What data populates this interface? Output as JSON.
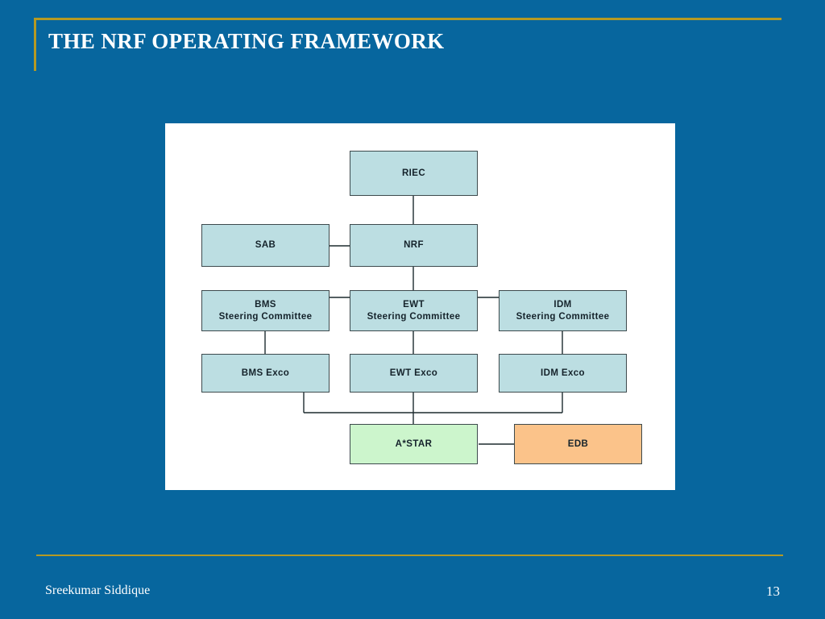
{
  "slide": {
    "title": "THE NRF OPERATING FRAMEWORK",
    "background_color": "#07669e",
    "accent_rule_color": "#b59a23"
  },
  "footer": {
    "author": "Sreekumar Siddique",
    "page_number": "13"
  },
  "diagram": {
    "panel_background": "#ffffff",
    "node_fill_blue": "#bcdee2",
    "node_fill_green": "#ccf5cc",
    "node_fill_orange": "#fbc38a",
    "node_border": "#3d4a4d",
    "nodes": {
      "riec": {
        "label": "RIEC"
      },
      "sab": {
        "label": "SAB"
      },
      "nrf": {
        "label": "NRF"
      },
      "bms_sc": {
        "line1": "BMS",
        "line2": "Steering Committee"
      },
      "ewt_sc": {
        "line1": "EWT",
        "line2": "Steering Committee"
      },
      "idm_sc": {
        "line1": "IDM",
        "line2": "Steering Committee"
      },
      "bms_exco": {
        "label": "BMS Exco"
      },
      "ewt_exco": {
        "label": "EWT Exco"
      },
      "idm_exco": {
        "label": "IDM Exco"
      },
      "astar": {
        "label": "A*STAR"
      },
      "edb": {
        "label": "EDB"
      }
    }
  }
}
